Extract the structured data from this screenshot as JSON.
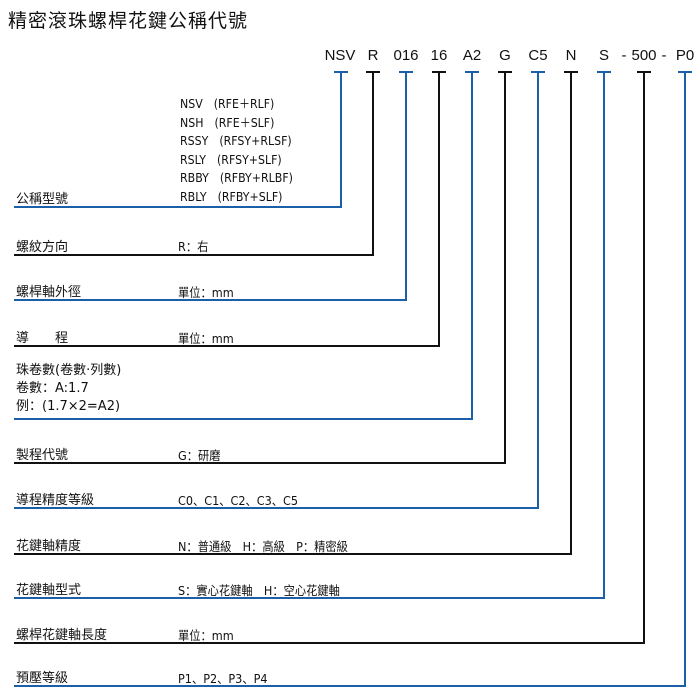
{
  "title": "精密滾珠螺桿花鍵公稱代號",
  "colors": {
    "blue": "#1a5fa8",
    "black": "#111111"
  },
  "code_parts": [
    "NSV",
    "R",
    "016",
    "16",
    "A2",
    "G",
    "C5",
    "N",
    "S",
    "-",
    "500",
    "-",
    "P0"
  ],
  "rows": [
    {
      "label": "公稱型號",
      "lines": [
        "NSV　(RFE＋RLF)",
        "NSH　(RFE＋SLF)",
        "RSSY　(RFSY+RLSF)",
        "RSLY　(RFSY+SLF)",
        "RBBY　(RFBY+RLBF)",
        "RBLY　(RFBY+SLF)"
      ]
    },
    {
      "label": "螺紋方向",
      "value": "R：右"
    },
    {
      "label": "螺桿軸外徑",
      "value": "單位：mm"
    },
    {
      "label": "導　　程",
      "value": "單位：mm"
    },
    {
      "label_lines": [
        "珠卷數(卷數·列數)",
        "卷數：A:1.7",
        "例：(1.7×2=A2)"
      ]
    },
    {
      "label": "製程代號",
      "value": "G：研磨"
    },
    {
      "label": "導程精度等級",
      "value": "C0、C1、C2、C3、C5"
    },
    {
      "label": "花鍵軸精度",
      "value": "N：普通級　H：高級　P：精密級"
    },
    {
      "label": "花鍵軸型式",
      "value": "S：實心花鍵軸　H：空心花鍵軸"
    },
    {
      "label": "螺桿花鍵軸長度",
      "value": "單位：mm"
    },
    {
      "label": "預壓等級",
      "value": "P1、P2、P3、P4"
    }
  ]
}
